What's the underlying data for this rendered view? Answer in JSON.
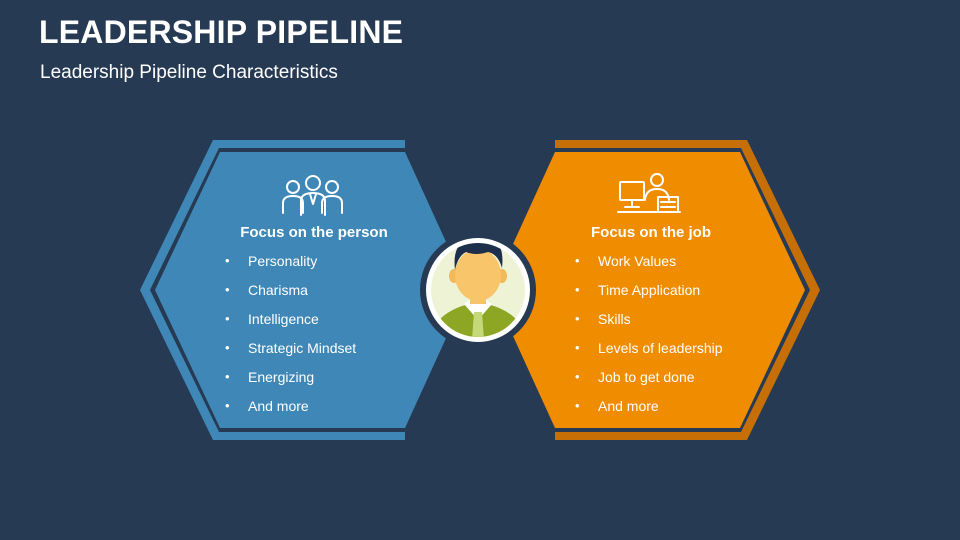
{
  "slide": {
    "title": "LEADERSHIP PIPELINE",
    "subtitle": "Leadership Pipeline Characteristics"
  },
  "colors": {
    "background": "#263a53",
    "left_hexagon": "#3f87b6",
    "right_hexagon": "#f08c00",
    "right_outline": "#c56f06",
    "avatar_bg": "#eef3d6"
  },
  "left": {
    "icon": "team-icon",
    "heading": "Focus on the person",
    "items": [
      {
        "label": "Personality"
      },
      {
        "label": "Charisma"
      },
      {
        "label": "Intelligence"
      },
      {
        "label": "Strategic Mindset"
      },
      {
        "label": "Energizing"
      },
      {
        "label": "And more"
      }
    ]
  },
  "right": {
    "icon": "desk-worker-icon",
    "heading": "Focus on the job",
    "items": [
      {
        "label": "Work Values"
      },
      {
        "label": "Time Application"
      },
      {
        "label": "Skills"
      },
      {
        "label": "Levels of leadership"
      },
      {
        "label": "Job to get done"
      },
      {
        "label": "And more"
      }
    ]
  },
  "center": {
    "icon": "leader-avatar-icon"
  }
}
